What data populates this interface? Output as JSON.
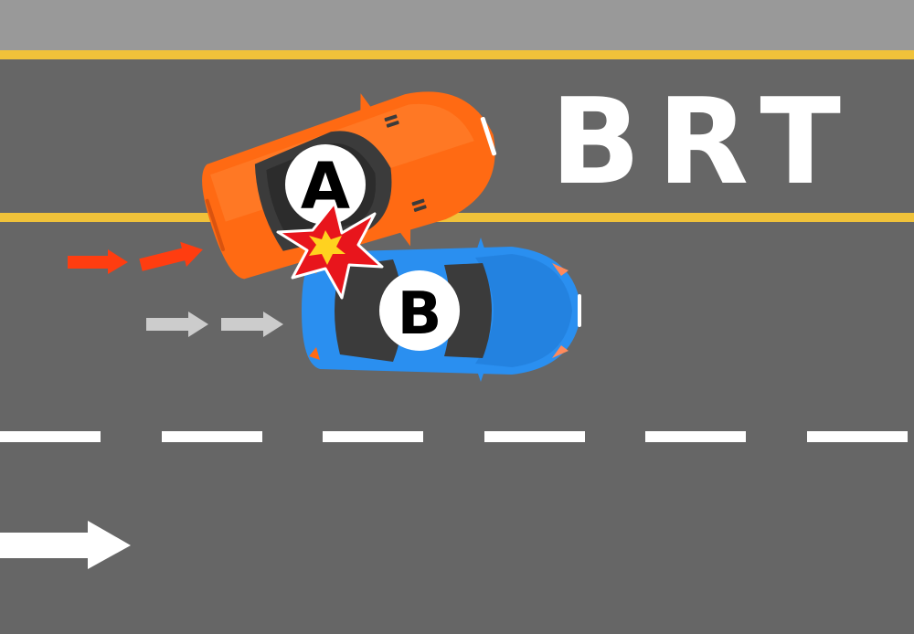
{
  "scene": {
    "lane_label": "BRT",
    "vehicles": [
      {
        "id": "car-a",
        "label": "A",
        "color": "#ff6a13",
        "heading_deg": -18
      },
      {
        "id": "car-b",
        "label": "B",
        "color": "#2a8ff0",
        "heading_deg": 0
      }
    ],
    "collision_marker": "impact-star-icon",
    "direction_indicator": "arrow-right-icon"
  },
  "colors": {
    "road": "#666666",
    "curb": "#999999",
    "yellow_line": "#f0c23a",
    "white_marking": "#ffffff",
    "path_a_arrows": "#ff3d10",
    "path_b_arrows": "#cccccc",
    "impact_outer": "#e8151c",
    "impact_inner": "#ffd21f"
  }
}
